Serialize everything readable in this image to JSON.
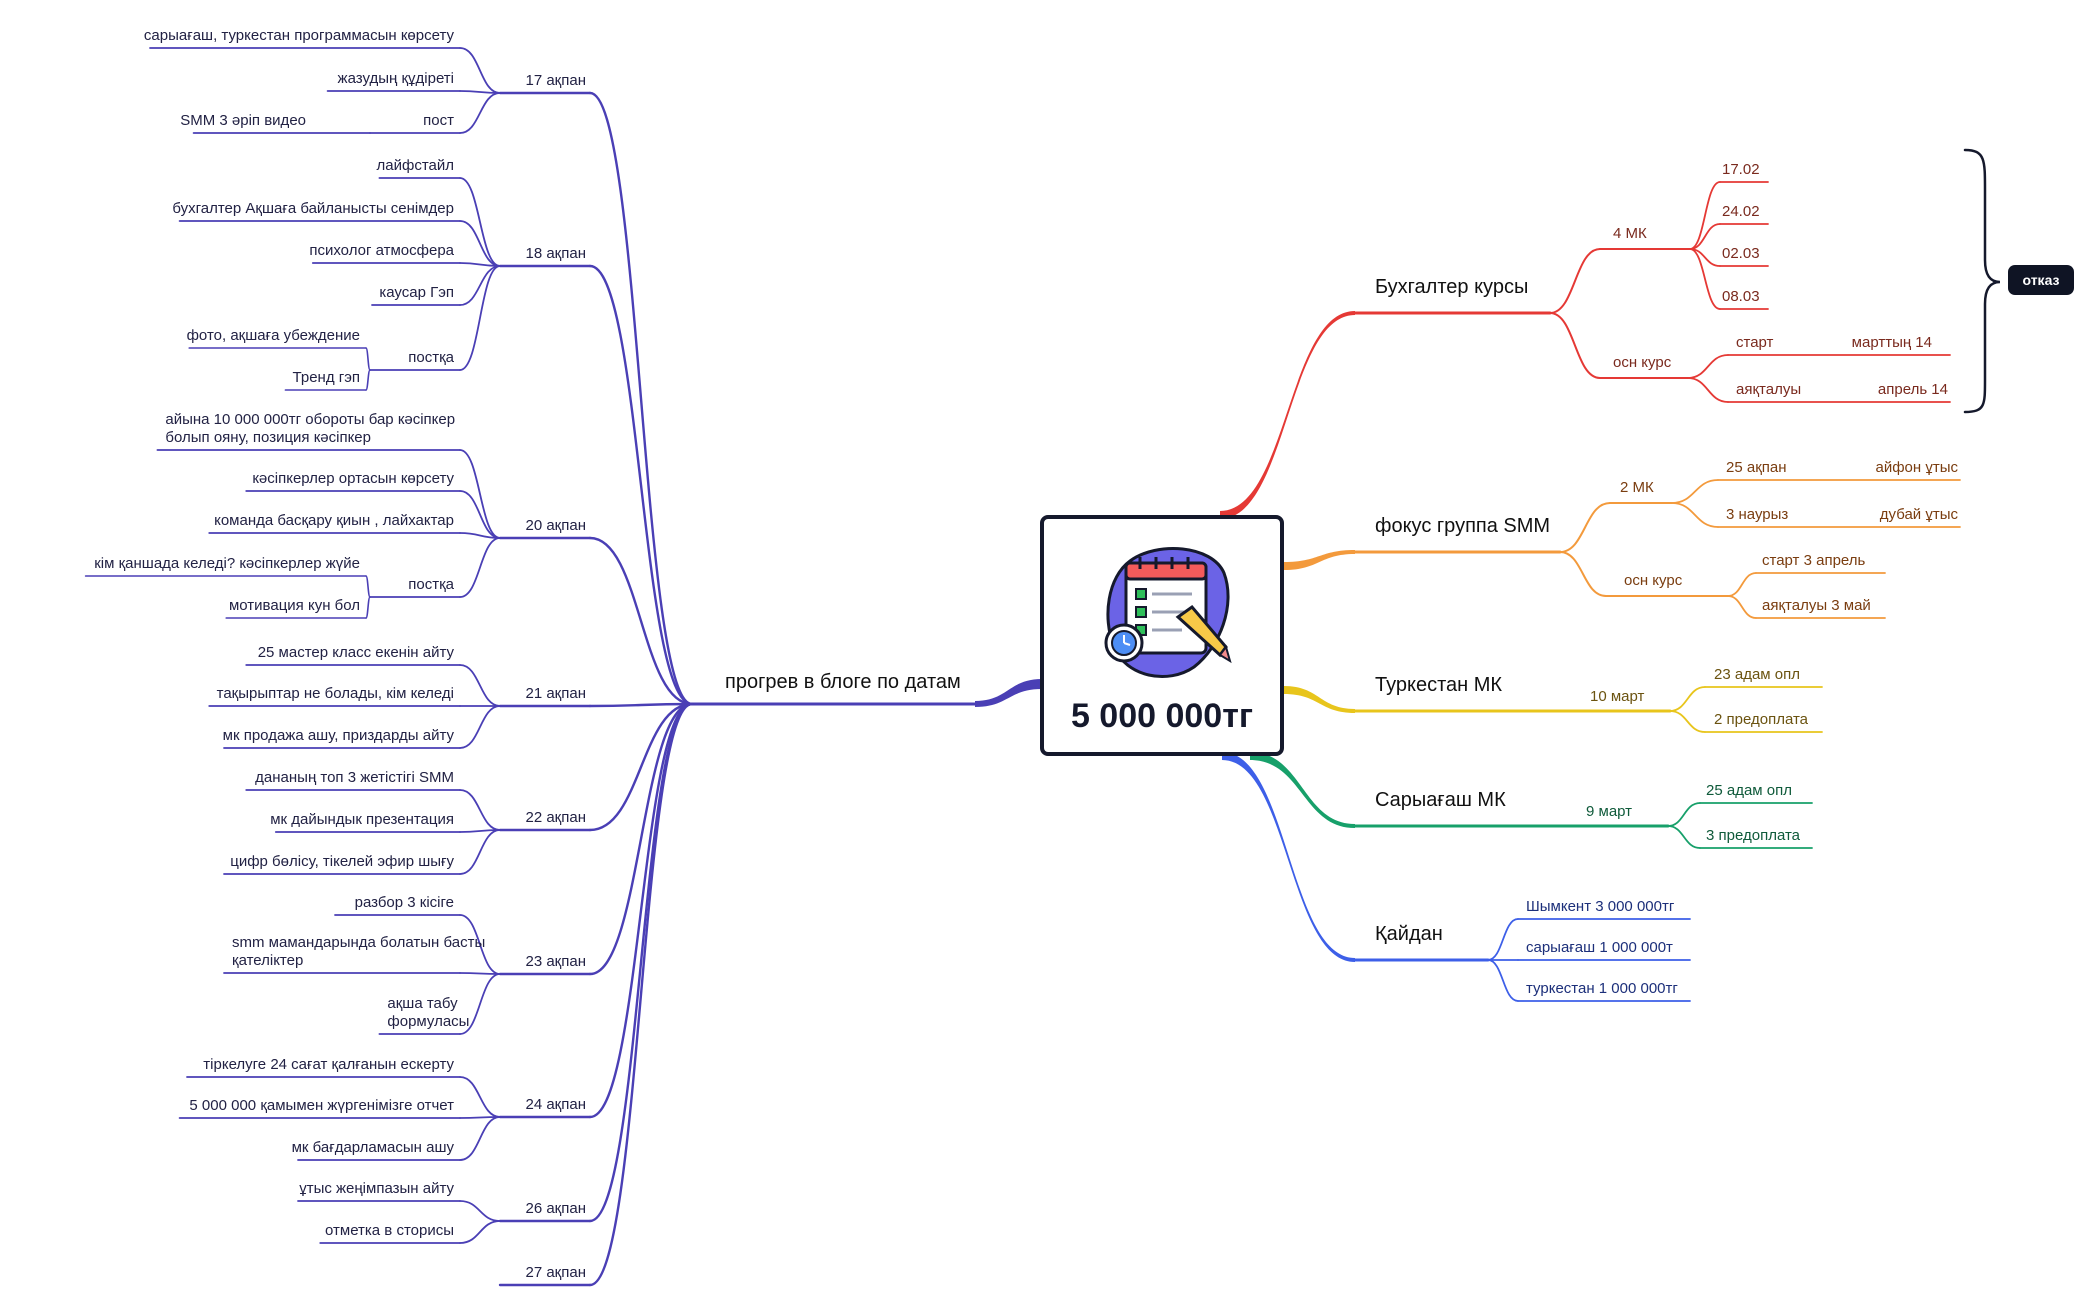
{
  "center": {
    "title": "5 000 000тг",
    "icon": "calendar-checklist-pencil-icon"
  },
  "badge": {
    "label": "отказ"
  },
  "colors": {
    "left": "#4a3fb5",
    "red": "#e53935",
    "orange": "#f39a3c",
    "yellow": "#e8c51c",
    "green": "#17a06a",
    "blue": "#3d5fe8",
    "dark": "#15192c"
  },
  "left": {
    "main": "прогрев в блоге по датам",
    "dates": [
      {
        "label": "17 ақпан",
        "items": [
          {
            "text": "сарыағаш, туркестан программасын көрсету"
          },
          {
            "text": "жазудың құдіреті"
          },
          {
            "text": "пост",
            "children": [
              "SMM 3 әріп видео"
            ]
          }
        ]
      },
      {
        "label": "18 ақпан",
        "items": [
          {
            "text": "лайфстайл"
          },
          {
            "text": "бухгалтер Ақшаға байланысты сенімдер"
          },
          {
            "text": "психолог атмосфера"
          },
          {
            "text": "каусар Гэп"
          },
          {
            "text": "постқа",
            "children": [
              "фото, ақшаға убеждение",
              "Тренд гэп"
            ]
          }
        ]
      },
      {
        "label": "20 ақпан",
        "items": [
          {
            "text": "айына 10 000 000тг обороты бар кәсіпкер",
            "text2": "болып ояну, позиция кәсіпкер"
          },
          {
            "text": "кәсіпкерлер ортасын көрсету"
          },
          {
            "text": "команда басқару қиын , лайхактар"
          },
          {
            "text": "постқа",
            "children": [
              "кім қаншада келеді? кәсіпкерлер жүйе",
              "мотивация кун бол"
            ]
          }
        ]
      },
      {
        "label": "21 ақпан",
        "items": [
          {
            "text": "25 мастер класс екенін айту"
          },
          {
            "text": "тақырыптар не болады, кім келеді"
          },
          {
            "text": "мк продажа ашу, приздарды айту"
          }
        ]
      },
      {
        "label": "22 ақпан",
        "items": [
          {
            "text": "дананың топ 3 жетістігі SMM"
          },
          {
            "text": "мк дайындык презентация"
          },
          {
            "text": "цифр бөлісу, тікелей эфир шығу"
          }
        ]
      },
      {
        "label": "23 ақпан",
        "items": [
          {
            "text": "разбор 3 кісіге"
          },
          {
            "text": "smm мамандарында болатын басты",
            "text2": "қателіктер"
          },
          {
            "text": "ақша табу",
            "text2": "формуласы"
          }
        ]
      },
      {
        "label": "24 ақпан",
        "items": [
          {
            "text": "тіркелуге 24 сағат қалғанын ескерту"
          },
          {
            "text": "5 000 000 қамымен жүргенімізге отчет"
          },
          {
            "text": "мк бағдарламасын ашу"
          }
        ]
      },
      {
        "label": "26 ақпан",
        "items": [
          {
            "text": "ұтыс жеңімпазын айту"
          },
          {
            "text": "отметка в сторисы"
          }
        ]
      },
      {
        "label": "27 ақпан",
        "items": []
      }
    ]
  },
  "right": {
    "buh": {
      "title": "Бухгалтер курсы",
      "mk": {
        "label": "4 МК",
        "dates": [
          "17.02",
          "24.02",
          "02.03",
          "08.03"
        ]
      },
      "osn": {
        "label": "осн курс",
        "rows": [
          {
            "label": "старт",
            "value": "марттың 14"
          },
          {
            "label": "аяқталуы",
            "value": "апрель 14"
          }
        ]
      }
    },
    "focus": {
      "title": "фокус группа SMM",
      "mk": {
        "label": "2 МК",
        "rows": [
          {
            "label": "25 ақпан",
            "value": "айфон ұтыс"
          },
          {
            "label": "3 наурыз",
            "value": "дубай ұтыс"
          }
        ]
      },
      "osn": {
        "label": "осн курс",
        "items": [
          "старт 3 апрель",
          "аяқталуы 3 май"
        ]
      }
    },
    "turk": {
      "title": "Туркестан МК",
      "sub": "10 март",
      "items": [
        "23 адам опл",
        "2 предоплата"
      ]
    },
    "sary": {
      "title": "Сарыағаш МК",
      "sub": "9 март",
      "items": [
        "25 адам опл",
        "3 предоплата"
      ]
    },
    "kaydan": {
      "title": "Қайдан",
      "items": [
        "Шымкент 3 000 000тг",
        "сарыағаш 1 000 000т",
        "туркестан 1 000 000тг"
      ]
    }
  }
}
